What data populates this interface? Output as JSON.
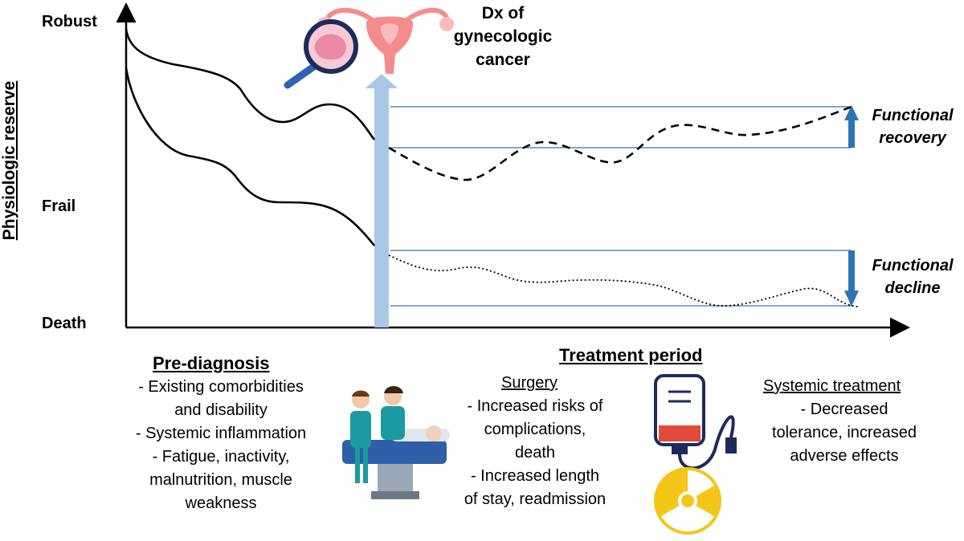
{
  "yaxis": {
    "title": "Physiologic reserve",
    "levels": {
      "top": "Robust",
      "mid": "Frail",
      "bottom": "Death"
    }
  },
  "diagnosis": {
    "line1": "Dx of",
    "line2": "gynecologic",
    "line3": "cancer"
  },
  "outcomes": {
    "recovery": {
      "line1": "Functional",
      "line2": "recovery"
    },
    "decline": {
      "line1": "Functional",
      "line2": "decline"
    }
  },
  "prediagnosis": {
    "heading": "Pre-diagnosis",
    "items": [
      "- Existing comorbidities",
      "and disability",
      "- Systemic inflammation",
      "- Fatigue, inactivity,",
      "malnutrition, muscle",
      "weakness"
    ]
  },
  "treatment": {
    "heading": "Treatment period",
    "surgery": {
      "title": "Surgery",
      "items": [
        "- Increased risks of",
        "complications,",
        "death",
        "- Increased length",
        "of stay, readmission"
      ]
    },
    "systemic": {
      "title": "Systemic treatment",
      "items": [
        "- Decreased",
        "tolerance, increased",
        "adverse effects"
      ]
    }
  },
  "icons": {
    "uterus": "uterus-icon",
    "magnifier": "magnifying-glass-icon",
    "surgery": "surgical-team-icon",
    "iv": "iv-bag-icon",
    "radiation": "radiation-icon"
  },
  "colors": {
    "arrow": "#a9c6e6",
    "guide": "#3d6fa8",
    "smallArrow": "#2e74b5",
    "uterus": "#f48c8c",
    "radiation": "#f5c518"
  }
}
